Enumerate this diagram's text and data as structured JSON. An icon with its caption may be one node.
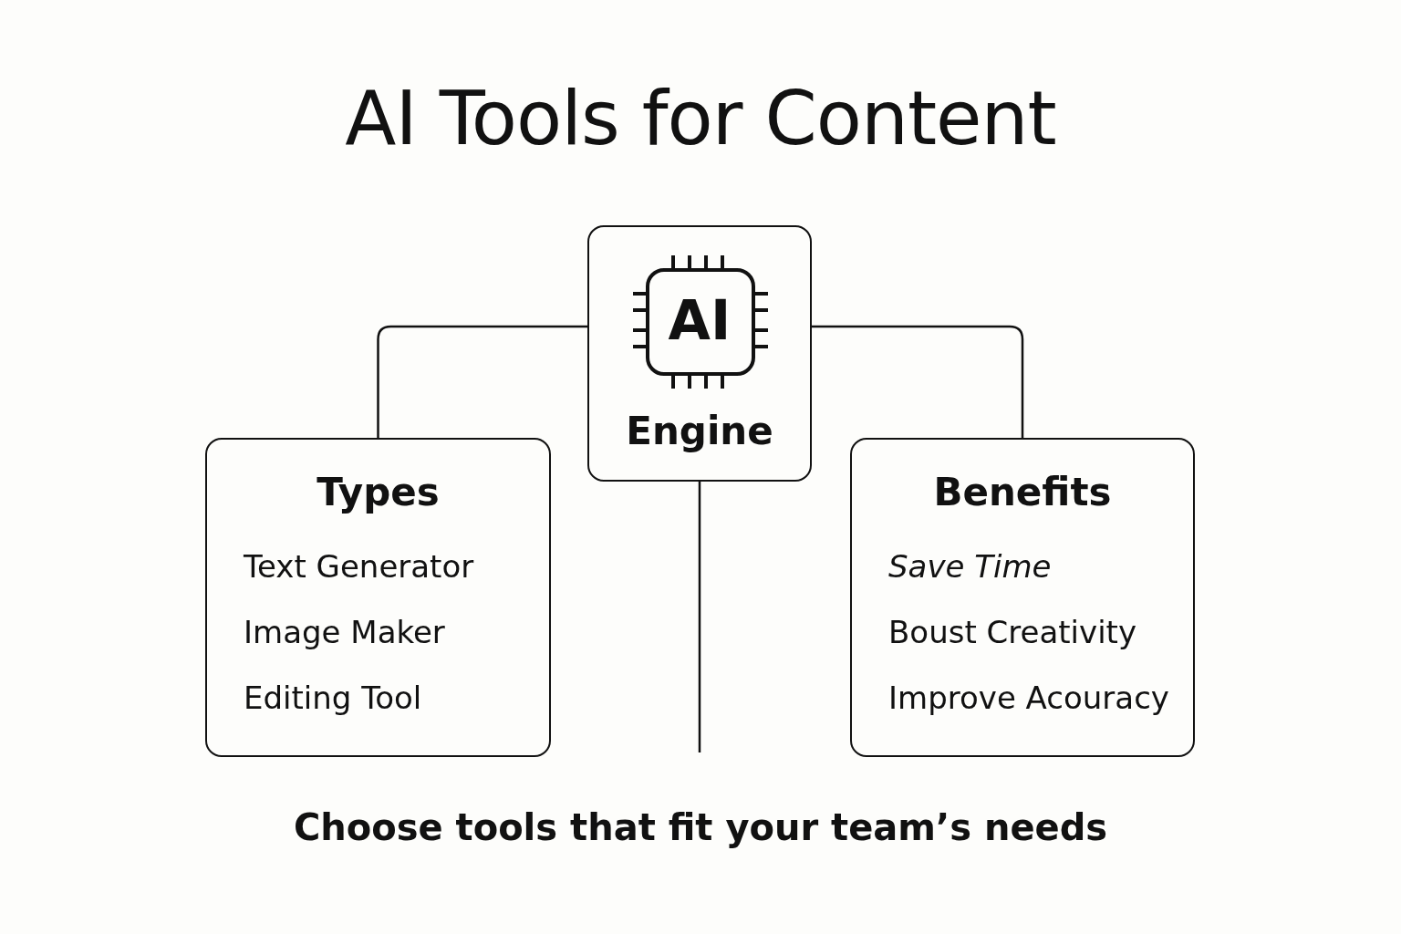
{
  "diagram": {
    "title": "AI Tools for Content",
    "caption": "Choose tools that fit your team’s needs",
    "nodes": [
      {
        "text": [
          "AI",
          "Engine"
        ]
      },
      {
        "text": [
          "Types",
          "Text Generator",
          "Image Maker",
          "Editing Tool"
        ]
      },
      {
        "text": [
          "Benefits",
          "Save Time",
          "Boust Creativity",
          "Improve Acouracy"
        ]
      }
    ],
    "edges": [
      {
        "from": 0,
        "to": 1,
        "arrow": "none"
      },
      {
        "from": 0,
        "to": 2,
        "arrow": "none"
      },
      {
        "from": 0,
        "to": null,
        "arrow": "none"
      }
    ]
  }
}
